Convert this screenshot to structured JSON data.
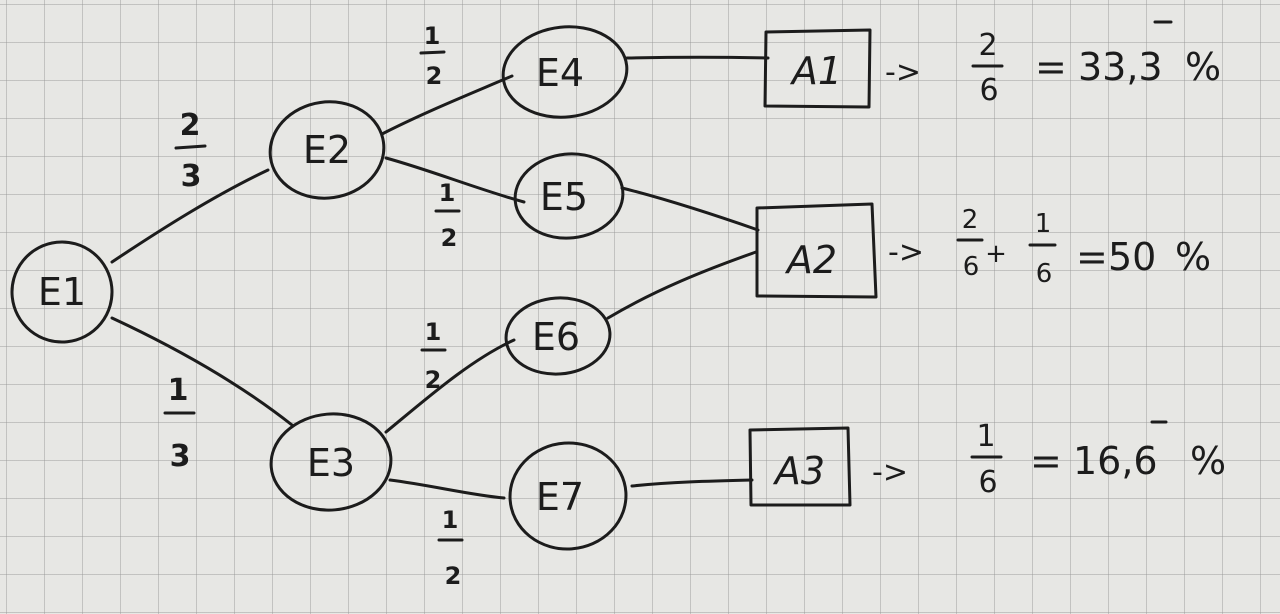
{
  "diagram": {
    "nodes": {
      "e1": "E1",
      "e2": "E2",
      "e3": "E3",
      "e4": "E4",
      "e5": "E5",
      "e6": "E6",
      "e7": "E7"
    },
    "outcomes": {
      "a1": "A1",
      "a2": "A2",
      "a3": "A3"
    },
    "edge_probabilities": {
      "e1_e2": {
        "num": "2",
        "den": "3"
      },
      "e1_e3": {
        "num": "1",
        "den": "3"
      },
      "e2_e4": {
        "num": "1",
        "den": "2"
      },
      "e2_e5": {
        "num": "1",
        "den": "2"
      },
      "e3_e6": {
        "num": "1",
        "den": "2"
      },
      "e3_e7": {
        "num": "1",
        "den": "2"
      }
    },
    "results": {
      "a1": {
        "arrow": "->",
        "fraction": {
          "num": "2",
          "den": "6"
        },
        "equals": "=",
        "value": "33,3",
        "percent": "%"
      },
      "a2": {
        "arrow": "->",
        "fraction1": {
          "num": "2",
          "den": "6"
        },
        "plus": "+",
        "fraction2": {
          "num": "1",
          "den": "6"
        },
        "equals": "=",
        "value": "50",
        "percent": "%"
      },
      "a3": {
        "arrow": "->",
        "fraction": {
          "num": "1",
          "den": "6"
        },
        "equals": "=",
        "value": "16,6",
        "percent": "%"
      }
    }
  }
}
